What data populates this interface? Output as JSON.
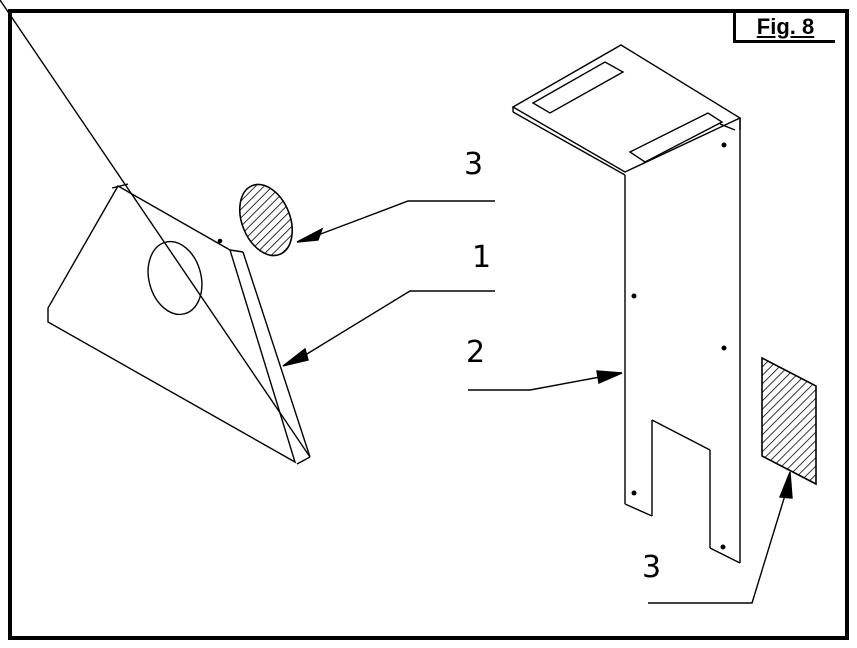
{
  "figure": {
    "label": "Fig. 8"
  },
  "callouts": [
    {
      "id": "callout-3-top",
      "text": "3"
    },
    {
      "id": "callout-1",
      "text": "1"
    },
    {
      "id": "callout-2",
      "text": "2"
    },
    {
      "id": "callout-3-bottom",
      "text": "3"
    }
  ],
  "colors": {
    "line": "#000000",
    "background": "#ffffff"
  }
}
